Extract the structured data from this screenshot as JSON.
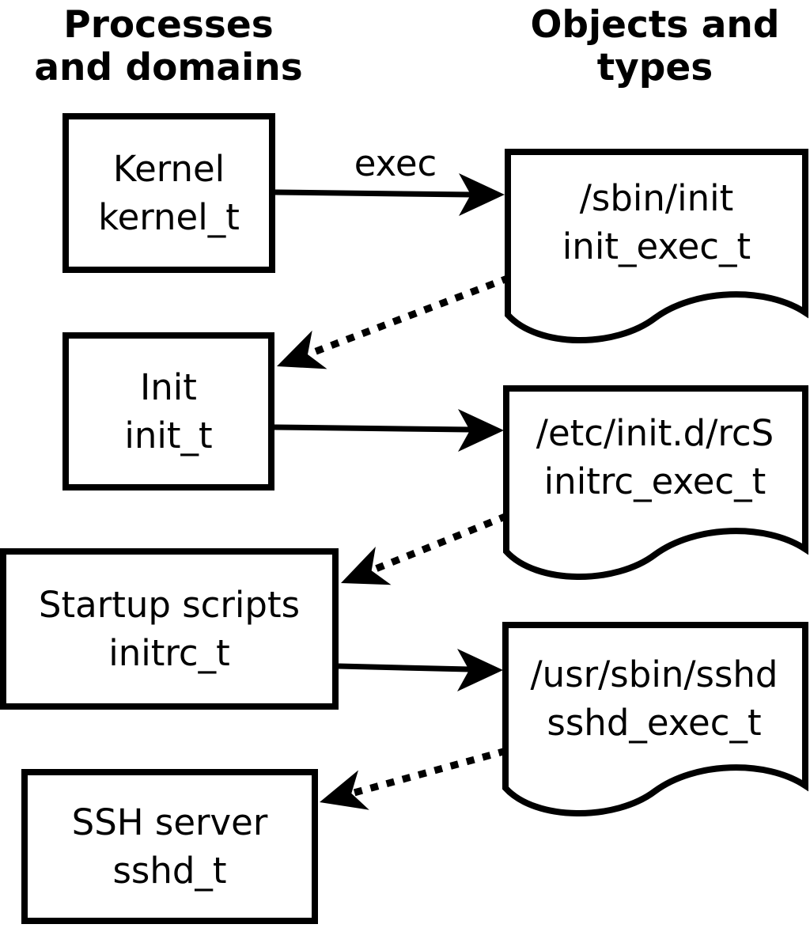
{
  "page": {
    "background_color": "#ffffff",
    "ink_color": "#000000"
  },
  "headers": {
    "left": {
      "line1": "Processes",
      "line2": "and domains"
    },
    "right": {
      "line1": "Objects and",
      "line2": "types"
    }
  },
  "process_boxes": [
    {
      "label": "Kernel",
      "domain": "kernel_t"
    },
    {
      "label": "Init",
      "domain": "init_t"
    },
    {
      "label": "Startup scripts",
      "domain": "initrc_t"
    },
    {
      "label": "SSH server",
      "domain": "sshd_t"
    }
  ],
  "object_documents": [
    {
      "path": "/sbin/init",
      "type": "init_exec_t"
    },
    {
      "path": "/etc/init.d/rcS",
      "type": "initrc_exec_t"
    },
    {
      "path": "/usr/sbin/sshd",
      "type": "sshd_exec_t"
    }
  ],
  "arrow_labels": {
    "exec": "exec"
  }
}
